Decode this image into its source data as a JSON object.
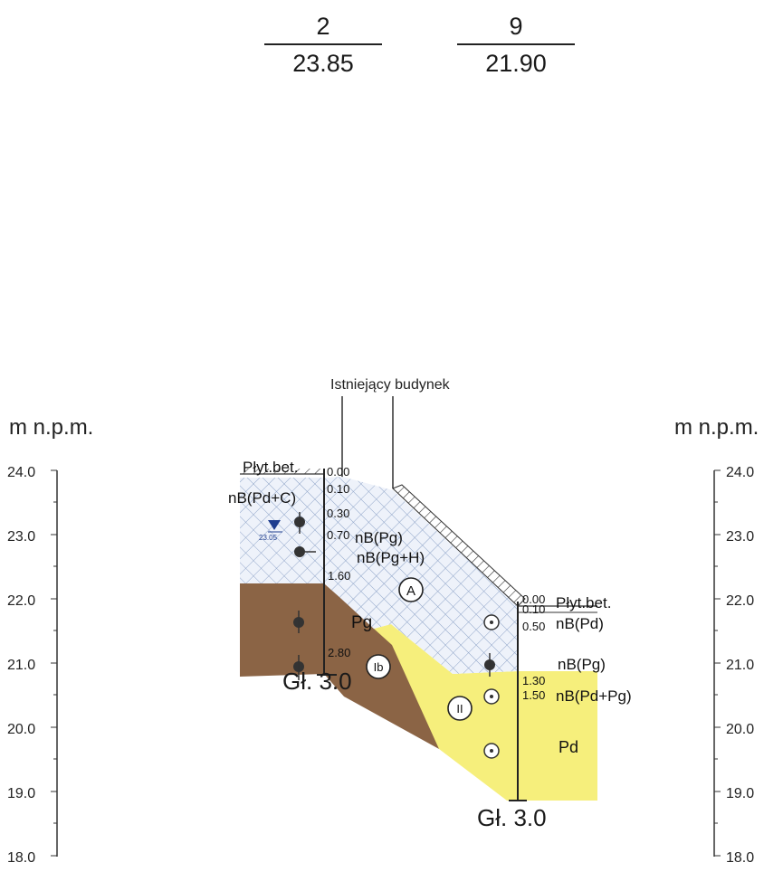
{
  "boreholes": [
    {
      "number": "2",
      "elevation": "23.85"
    },
    {
      "number": "9",
      "elevation": "21.90"
    }
  ],
  "axis_unit": "m n.p.m.",
  "axis_ticks": [
    "24.0",
    "23.0",
    "22.0",
    "21.0",
    "20.0",
    "19.0",
    "18.0"
  ],
  "building_label": "Istniejący budynek",
  "borehole_2": {
    "layers": [
      {
        "depth": "0.00",
        "code": "Płyt.bet."
      },
      {
        "depth": "0.10",
        "code": "nB(Pd+C)"
      },
      {
        "depth": "0.30",
        "code": "nB(Pg)"
      },
      {
        "depth": "0.70",
        "code": "nB(Pg+H)"
      },
      {
        "depth": "1.60",
        "code": "Pg"
      },
      {
        "depth": "2.80",
        "code": ""
      }
    ],
    "water_level": "23.05",
    "end_depth": "Gł. 3.0"
  },
  "borehole_9": {
    "layers": [
      {
        "depth": "0.00",
        "code": "Płyt.bet."
      },
      {
        "depth": "0.10",
        "code": "nB(Pd)"
      },
      {
        "depth": "0.50",
        "code": "nB(Pg)"
      },
      {
        "depth": "1.30",
        "code": "nB(Pd+Pg)"
      },
      {
        "depth": "1.50",
        "code": "Pd"
      }
    ],
    "end_depth": "Gł. 3.0"
  },
  "zones": [
    "A",
    "Ib",
    "II"
  ],
  "colors": {
    "fill_hatch": "#9fb3d6",
    "clay_brown": "#8b6445",
    "sand_yellow": "#f6ef7c",
    "water_blue": "#1f3e8f"
  }
}
